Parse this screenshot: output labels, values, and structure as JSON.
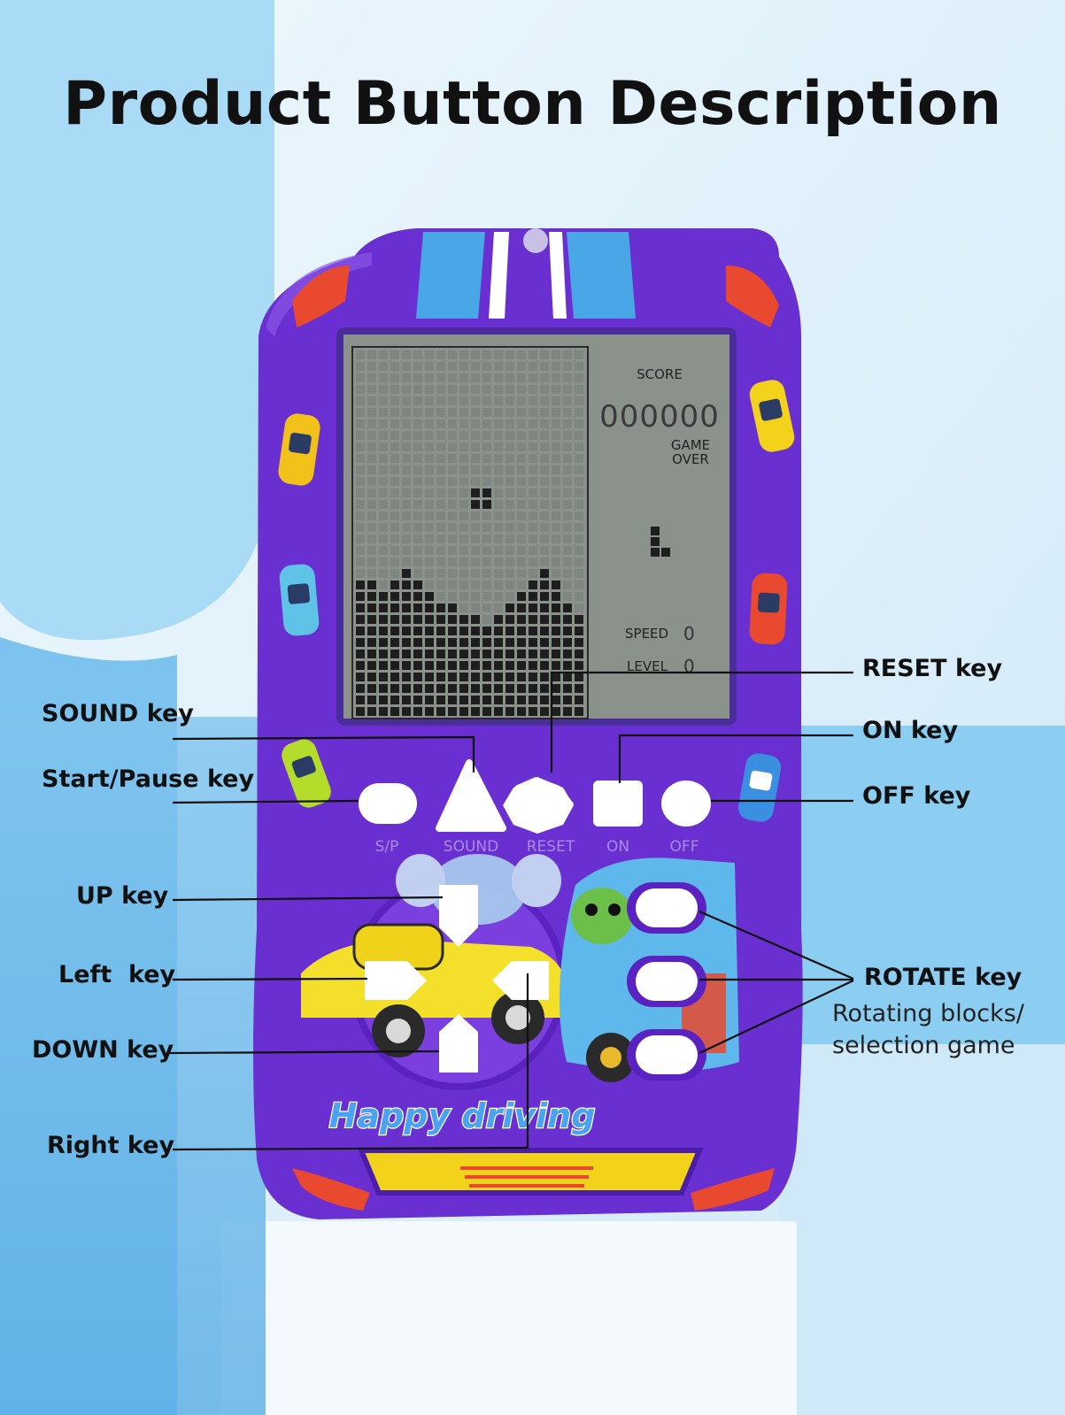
{
  "title": "Product Button Description",
  "callouts": {
    "sound": "SOUND key",
    "start_pause": "Start/Pause key",
    "up": "UP key",
    "left": "Left  key",
    "down": "DOWN key",
    "right": "Right key",
    "reset": "RESET key",
    "on": "ON key",
    "off": "OFF key",
    "rotate": "ROTATE key",
    "rotate_desc_1": "Rotating blocks/",
    "rotate_desc_2": "selection game"
  },
  "screen": {
    "score_label": "SCORE",
    "score_value": "000000",
    "game_over_1": "GAME",
    "game_over_2": "OVER",
    "speed_label": "SPEED",
    "speed_value": "0",
    "level_label": "LEVEL",
    "level_value": "0"
  },
  "button_labels": {
    "sp": "S/P",
    "sound": "SOUND",
    "reset": "RESET",
    "on": "ON",
    "off": "OFF"
  },
  "brand_text": "Happy driving",
  "colors": {
    "body": "#6a2fd0",
    "lcd": "#8b918b",
    "stripe": "#49a7e8",
    "grille": "#f3d21c",
    "light": "#e8492f"
  }
}
